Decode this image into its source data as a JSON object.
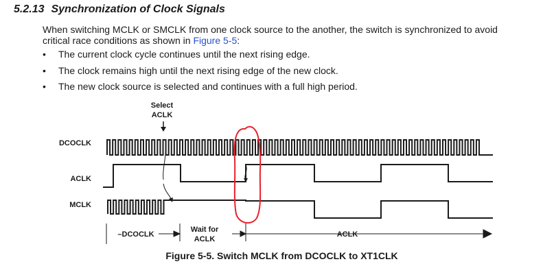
{
  "section": {
    "number": "5.2.13",
    "title": "Synchronization of Clock Signals"
  },
  "paragraph": {
    "text_before_link": "When switching MCLK or SMCLK from one clock source to the another, the switch is synchronized to avoid critical race conditions as shown in ",
    "link_text": "Figure 5-5",
    "text_after_link": ":"
  },
  "bullets": [
    "The current clock cycle continues until the next rising edge.",
    "The clock remains high until the next rising edge of the new clock.",
    "The new clock source is selected and continues with a full high period."
  ],
  "figure": {
    "select_label_line1": "Select",
    "select_label_line2": "ACLK",
    "signals": [
      "DCOCLK",
      "ACLK",
      "MCLK"
    ],
    "phase_dcoclk": "DCOCLK",
    "phase_wait_line1": "Wait for",
    "phase_wait_line2": "ACLK",
    "phase_aclk": "ACLK",
    "caption": "Figure 5-5. Switch MCLK from DCOCLK to XT1CLK"
  },
  "colors": {
    "text": "#1a1a1a",
    "link": "#2453c8",
    "annotation": "#e8212b"
  }
}
